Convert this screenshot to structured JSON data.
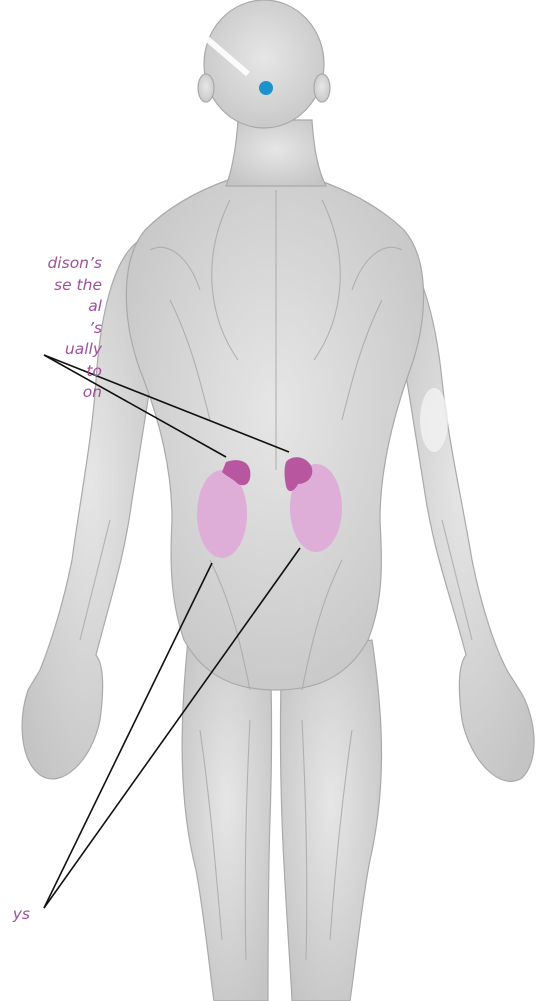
{
  "colors": {
    "annotation_text": "#a0509a",
    "leader_line": "#111111",
    "body_fill": "#d7d7d7",
    "muscle_shade": "#a9a9a9",
    "kidney_fill": "#deaed8",
    "adrenal_fill": "#b8579f",
    "marker_dot": "#1a93cc"
  },
  "annotations": {
    "adrenal": "dison’s\nse the\nal\n’s\nually\n to\non",
    "kidneys": "ys"
  },
  "icons": {
    "marker": "pin-dot",
    "torso": "human-back-muscle-figure"
  }
}
